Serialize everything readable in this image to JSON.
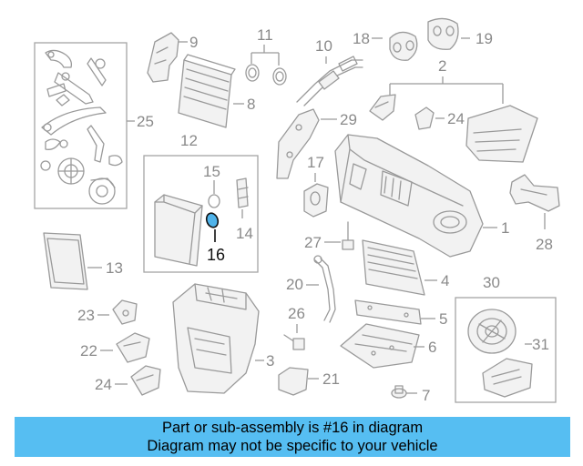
{
  "diagram": {
    "callouts": {
      "c1": "1",
      "c2": "2",
      "c3": "3",
      "c4": "4",
      "c5": "5",
      "c6": "6",
      "c7": "7",
      "c8": "8",
      "c9": "9",
      "c10": "10",
      "c11": "11",
      "c12": "12",
      "c13": "13",
      "c14": "14",
      "c15": "15",
      "c16": "16",
      "c17": "17",
      "c18": "18",
      "c19": "19",
      "c20": "20",
      "c21": "21",
      "c22": "22",
      "c23": "23",
      "c24a": "24",
      "c24b": "24",
      "c25": "25",
      "c26": "26",
      "c27": "27",
      "c28": "28",
      "c29": "29",
      "c30": "30",
      "c31": "31"
    },
    "highlight_color": "#4fb3ea"
  },
  "banner": {
    "line1": "Part or sub-assembly is #16 in diagram",
    "line2": "Diagram may not be specific to your vehicle",
    "background": "#56bef2"
  }
}
